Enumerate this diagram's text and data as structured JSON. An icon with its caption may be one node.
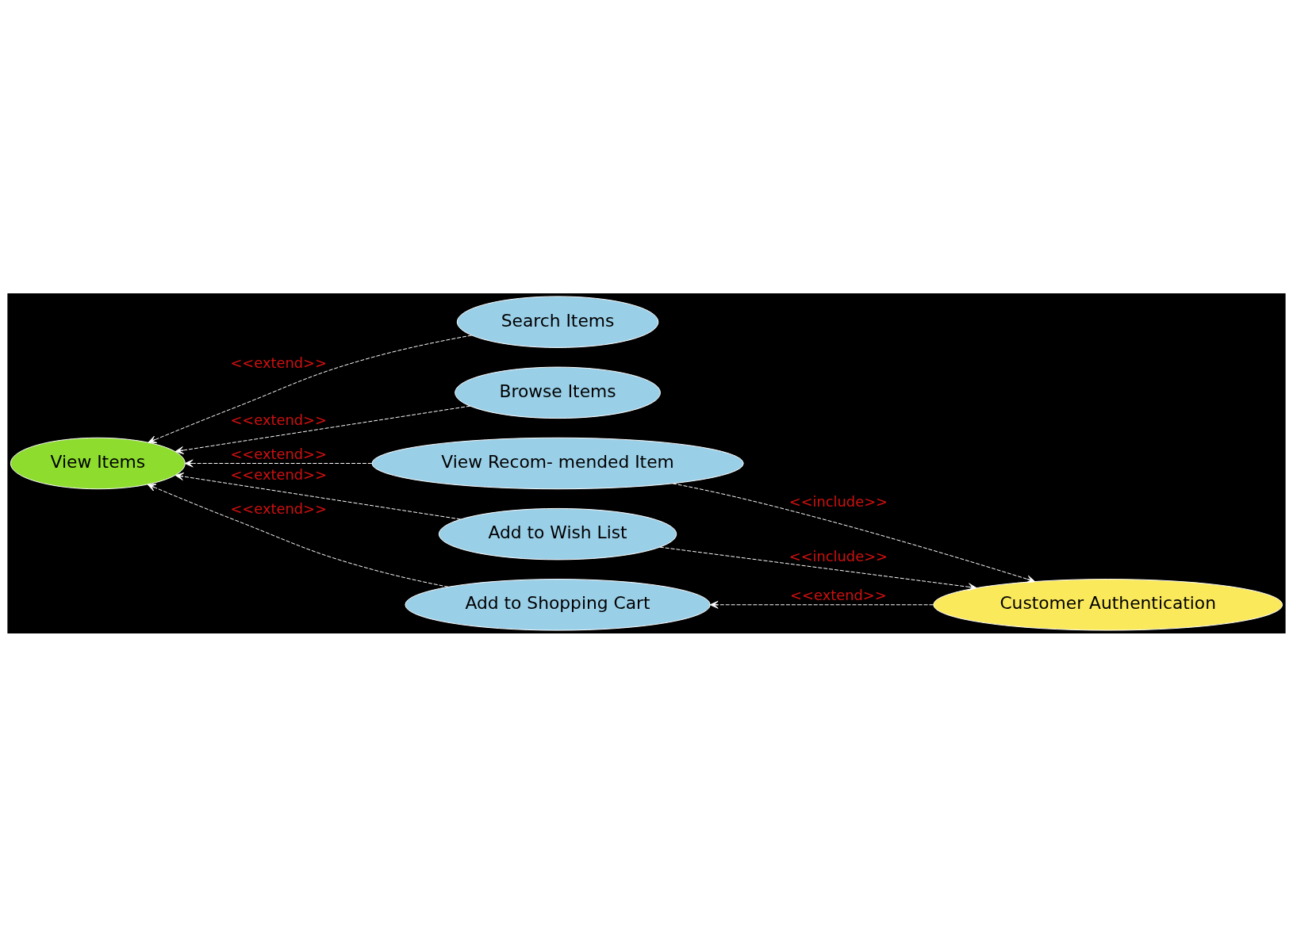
{
  "diagram": {
    "nodes": [
      {
        "text": [
          "View Items"
        ]
      },
      {
        "text": [
          "Search Items"
        ]
      },
      {
        "text": [
          "Browse Items"
        ]
      },
      {
        "text": [
          "View Recom- mended Item"
        ]
      },
      {
        "text": [
          "Add to Shopping Cart"
        ]
      },
      {
        "text": [
          "Add to Wish List"
        ]
      },
      {
        "text": [
          "Customer Authentication"
        ]
      }
    ],
    "edges": [
      {
        "from": 1,
        "to": 0,
        "arrow": "to",
        "style": "dashed",
        "label": "<<extend>>"
      },
      {
        "from": 2,
        "to": 0,
        "arrow": "to",
        "style": "dashed",
        "label": "<<extend>>"
      },
      {
        "from": 3,
        "to": 0,
        "arrow": "to",
        "style": "dashed",
        "label": "<<extend>>"
      },
      {
        "from": 4,
        "to": 0,
        "arrow": "to",
        "style": "dashed",
        "label": "<<extend>>"
      },
      {
        "from": 5,
        "to": 0,
        "arrow": "to",
        "style": "dashed",
        "label": "<<extend>>"
      },
      {
        "from": 3,
        "to": 6,
        "arrow": "to",
        "style": "dashed",
        "label": "<<include>>"
      },
      {
        "from": 6,
        "to": 4,
        "arrow": "to",
        "style": "dashed",
        "label": "<<extend>>"
      },
      {
        "from": 5,
        "to": 6,
        "arrow": "to",
        "style": "dashed",
        "label": "<<include>>"
      }
    ]
  }
}
